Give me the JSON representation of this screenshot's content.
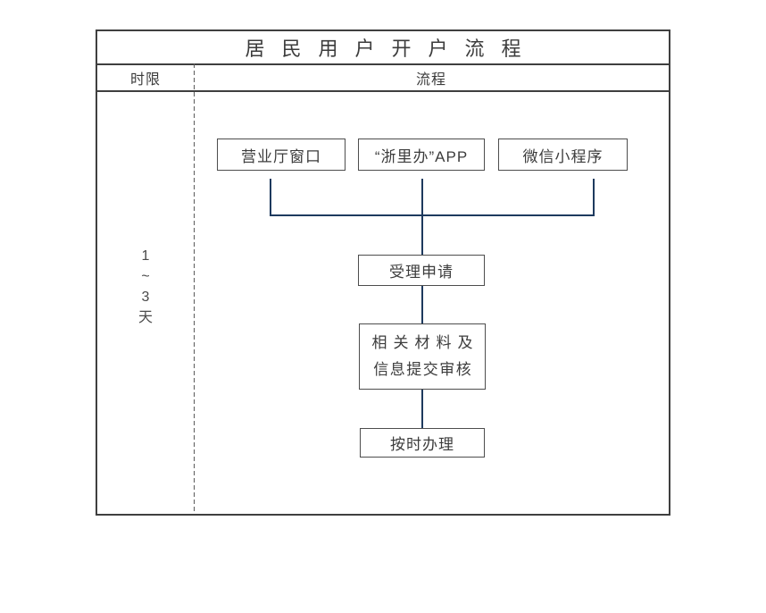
{
  "title": "居民用户开户流程",
  "header": {
    "time_column": "时限",
    "process_column": "流程"
  },
  "time_limit": {
    "chars": [
      "1",
      "~",
      "3",
      "天"
    ]
  },
  "flow": {
    "channels": [
      {
        "label": "营业厅窗口"
      },
      {
        "label": "“浙里办”APP"
      },
      {
        "label": "微信小程序"
      }
    ],
    "steps": [
      {
        "label": "受理申请"
      },
      {
        "label_line1": "相关材料及",
        "label_line2": "信息提交审核"
      },
      {
        "label": "按时办理"
      }
    ]
  },
  "colors": {
    "connector": "#1e3a5e",
    "table_border": "#3f3f3f",
    "node_border": "#4d4d4d",
    "text": "#3c3c3c"
  }
}
